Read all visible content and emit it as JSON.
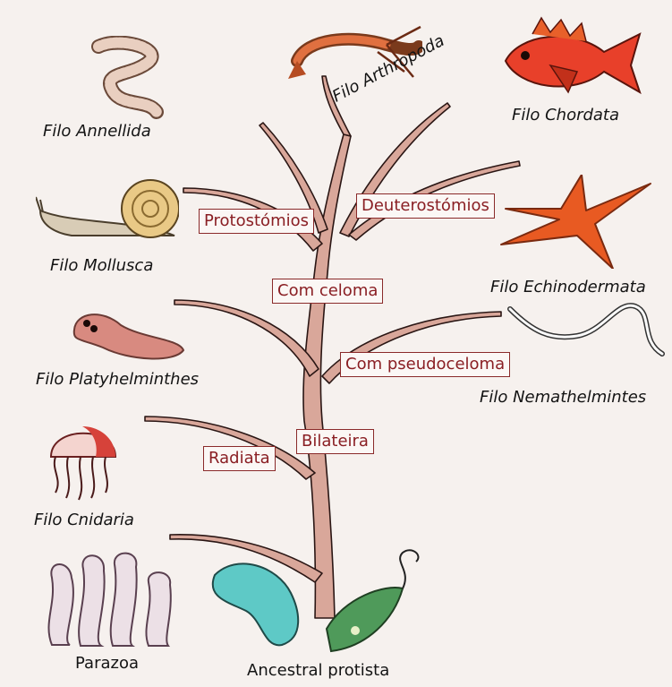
{
  "colors": {
    "branch_fill": "#d9a79a",
    "branch_stroke": "#2a1614",
    "box_text": "#8a1f24",
    "box_border": "#8a2a2a"
  },
  "clades": {
    "protostomios": "Protostómios",
    "deuterostomios": "Deuterostómios",
    "com_celoma": "Com celoma",
    "com_pseudoceloma": "Com pseudoceloma",
    "bilateira": "Bilateira",
    "radiata": "Radiata"
  },
  "phyla": {
    "annellida": "Filo Annellida",
    "arthropoda": "Filo Arthropoda",
    "chordata": "Filo Chordata",
    "mollusca": "Filo Mollusca",
    "echinodermata": "Filo Echinodermata",
    "platyhelminthes": "Filo Platyhelminthes",
    "nemathelmintes": "Filo Nemathelmintes",
    "cnidaria": "Filo Cnidaria",
    "parazoa": "Parazoa",
    "ancestral": "Ancestral protista"
  }
}
